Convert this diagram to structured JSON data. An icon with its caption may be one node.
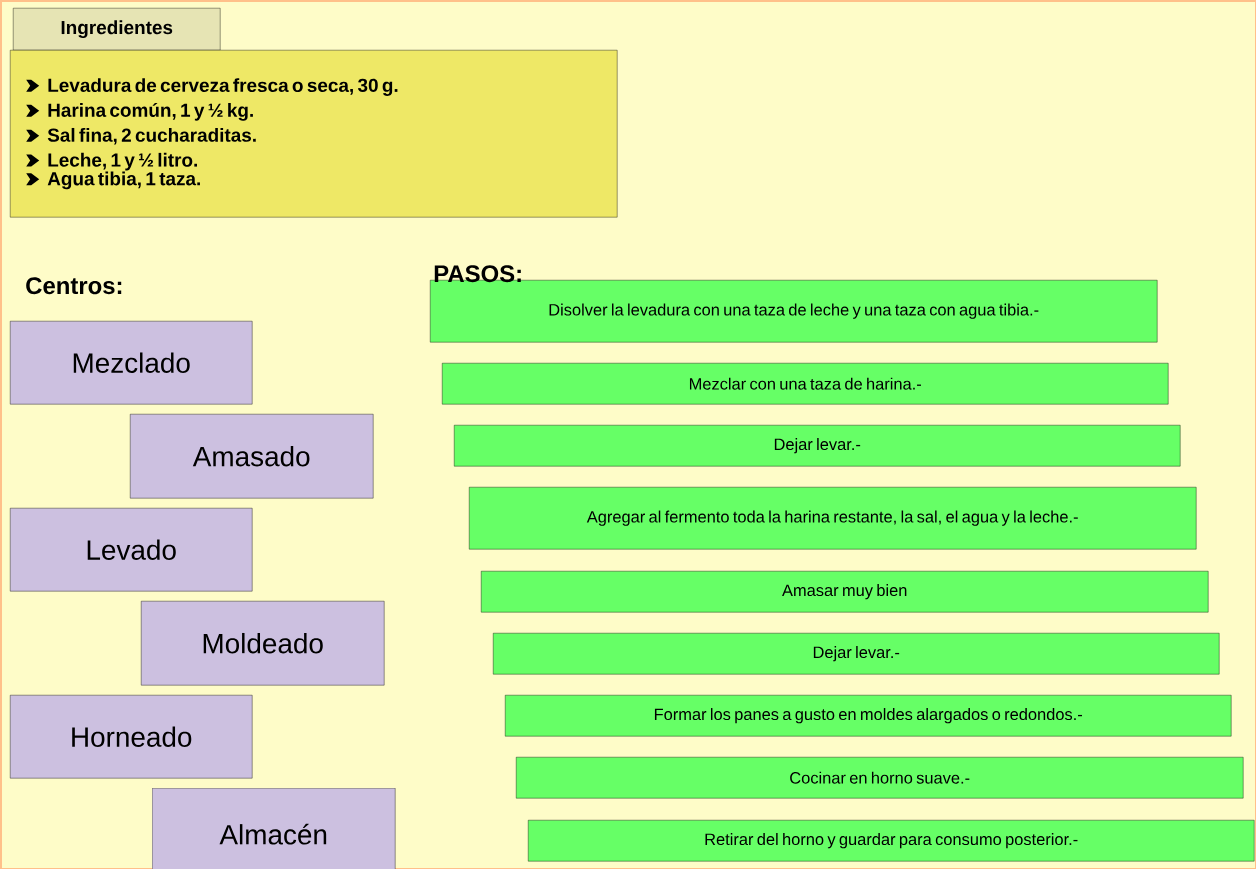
{
  "diagram": {
    "nodes": [
      {
        "text": [
          "Ingredientes"
        ]
      },
      {
        "text": [
          "Levadura de cerveza fresca o seca, 30 g.",
          "Harina común, 1 y ½  kg.",
          "Sal fina, 2 cucharaditas.",
          "Leche, 1 y ½ litro.",
          "Agua tibia, 1 taza."
        ]
      },
      {
        "text": [
          "Mezclado"
        ]
      },
      {
        "text": [
          "Amasado"
        ]
      },
      {
        "text": [
          "Levado"
        ]
      },
      {
        "text": [
          "Moldeado"
        ]
      },
      {
        "text": [
          "Horneado"
        ]
      },
      {
        "text": [
          "Almacén"
        ]
      },
      {
        "text": [
          "Disolver la levadura con una taza de leche y una taza con agua tibia.-"
        ]
      },
      {
        "text": [
          "Mezclar con una taza de harina.-"
        ]
      },
      {
        "text": [
          "Dejar levar.-"
        ]
      },
      {
        "text": [
          "Agregar al fermento toda la harina restante, la sal, el agua y la leche.-"
        ]
      },
      {
        "text": [
          "Amasar muy bien"
        ]
      },
      {
        "text": [
          "Dejar levar.-"
        ]
      },
      {
        "text": [
          "Formar los panes a gusto en moldes alargados o redondos.-"
        ]
      },
      {
        "text": [
          "Cocinar en horno suave.-"
        ]
      },
      {
        "text": [
          "Retirar del horno y guardar para consumo posterior.-"
        ]
      }
    ],
    "edges": [],
    "labels": [
      "Centros:",
      "PASOS:"
    ]
  }
}
